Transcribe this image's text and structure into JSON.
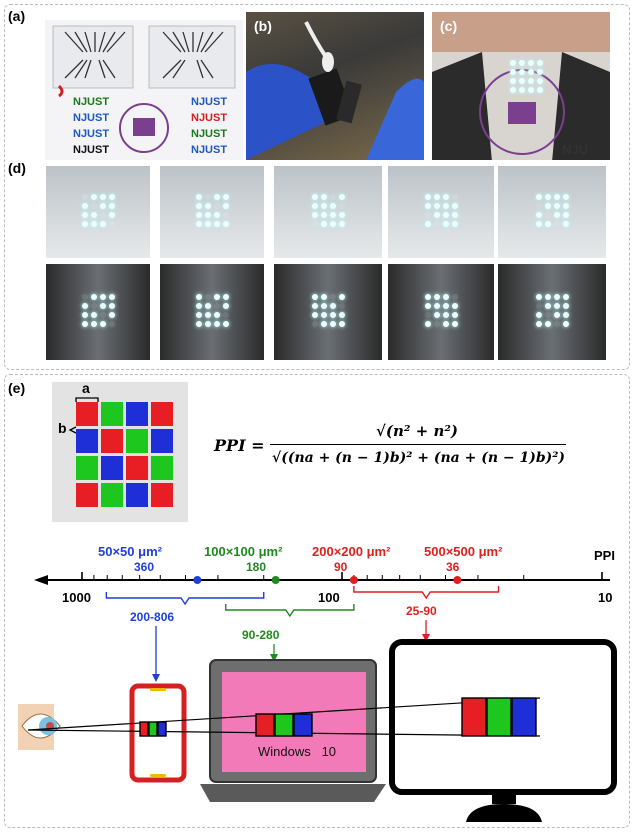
{
  "panels": {
    "a": "(a)",
    "b": "(b)",
    "c": "(c)",
    "d": "(d)",
    "e": "(e)"
  },
  "panel_a": {
    "logo_text": [
      "NJUST",
      "NJUST",
      "NJUST",
      "NJUST"
    ],
    "logo_colors_left": [
      "#1a7a1a",
      "#1b58c4",
      "#1b58c4",
      "#111111"
    ],
    "logo_colors_right": [
      "#1b58c4",
      "#d42020",
      "#1a7a1a",
      "#1b58c4"
    ]
  },
  "panel_c": {
    "text": "NJU"
  },
  "pixel_diagram": {
    "a_label": "a",
    "b_label": "b"
  },
  "formula": {
    "lhs": "PPI",
    "eq": "=",
    "numerator": "√(n² + n²)",
    "denominator": "√((na + (n − 1)b)² + (na + (n − 1)b)²)"
  },
  "scale": {
    "axis_label": "PPI",
    "ticks": [
      "1000",
      "100",
      "10"
    ],
    "markers": [
      {
        "size": "50×50 μm²",
        "value": "360",
        "color": "#1f3fd8"
      },
      {
        "size": "100×100 μm²",
        "value": "180",
        "color": "#1f8a1f"
      },
      {
        "size": "200×200 μm²",
        "value": "90",
        "color": "#e02020"
      },
      {
        "size": "500×500 μm²",
        "value": "36",
        "color": "#e02020"
      }
    ],
    "ranges": [
      {
        "label": "200-806",
        "color": "#1f3fd8"
      },
      {
        "label": "90-280",
        "color": "#1f8a1f"
      },
      {
        "label": "25-90",
        "color": "#e02020"
      }
    ]
  },
  "devices": {
    "laptop_text": "Windows   10"
  }
}
